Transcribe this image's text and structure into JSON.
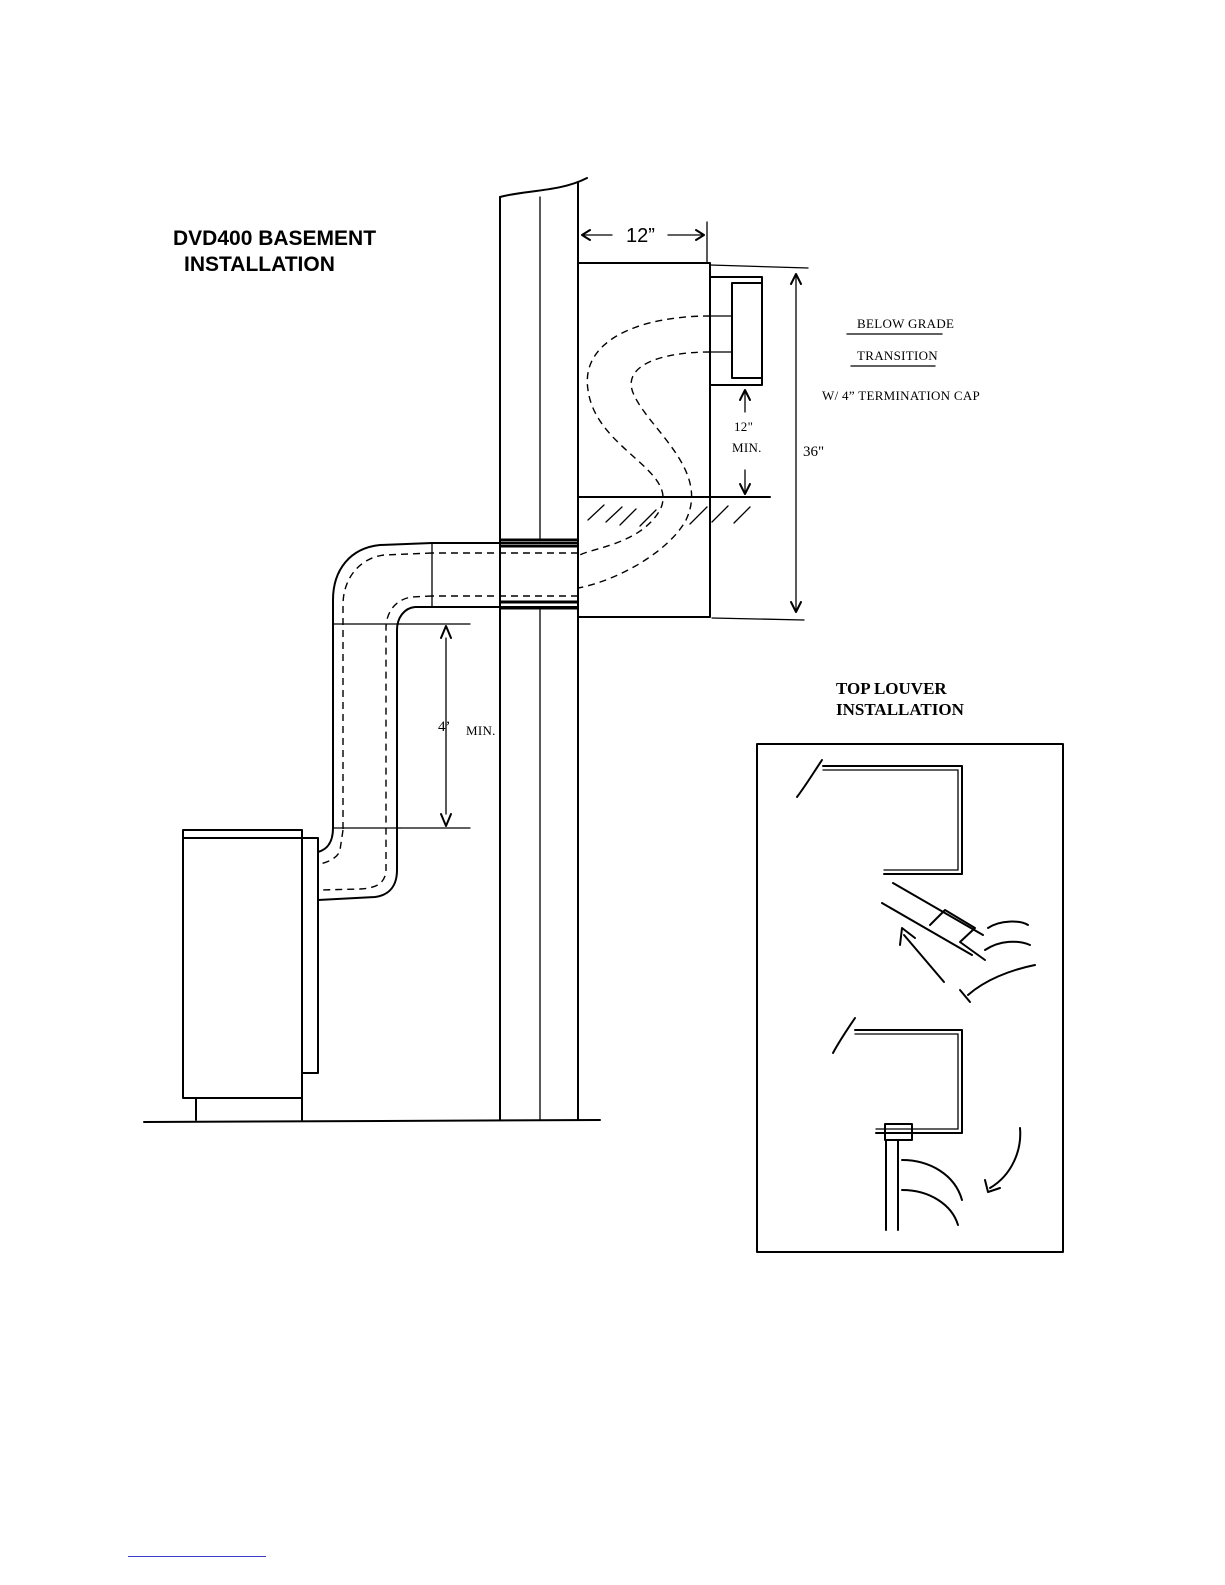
{
  "main_diagram": {
    "title_line1": "DVD400 BASEMENT",
    "title_line2": "INSTALLATION",
    "dim_width": "12”",
    "label_below_grade": "BELOW GRADE",
    "label_transition": "TRANSITION",
    "label_termination_cap": "W/ 4” TERMINATION CAP",
    "dim_min_clearance_value": "12\"",
    "dim_min_clearance_min": "MIN.",
    "dim_height": "36\"",
    "dim_vertical_run_value": "4’",
    "dim_vertical_run_min": "MIN."
  },
  "inset_diagram": {
    "title_line1": "TOP LOUVER",
    "title_line2": "INSTALLATION"
  }
}
